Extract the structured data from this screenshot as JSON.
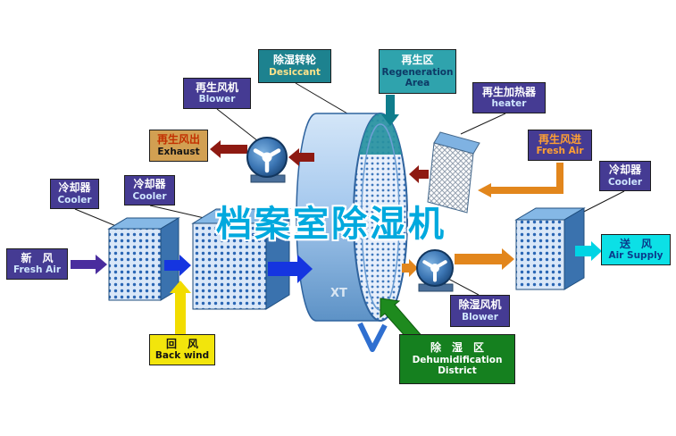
{
  "title": "档案室除湿机",
  "watermark": "XT",
  "labels": {
    "desiccant": {
      "zh": "除湿转轮",
      "en": "Desiccant"
    },
    "regen_area": {
      "zh": "再生区",
      "en": "Regeneration Area"
    },
    "regen_blower": {
      "zh": "再生风机",
      "en": "Blower"
    },
    "regen_heater": {
      "zh": "再生加热器",
      "en": "heater"
    },
    "exhaust": {
      "zh": "再生风出",
      "en": "Exhaust"
    },
    "regen_fresh_air": {
      "zh": "再生风进",
      "en": "Fresh Air"
    },
    "cooler_left": {
      "zh": "冷却器",
      "en": "Cooler"
    },
    "cooler_mid": {
      "zh": "冷却器",
      "en": "Cooler"
    },
    "cooler_right": {
      "zh": "冷却器",
      "en": "Cooler"
    },
    "fresh_air": {
      "zh": "新　风",
      "en": "Fresh Air"
    },
    "back_wind": {
      "zh": "回　风",
      "en": "Back wind"
    },
    "air_supply": {
      "zh": "送　风",
      "en": "Air Supply"
    },
    "dehumid_blower": {
      "zh": "除湿风机",
      "en": "Blower"
    },
    "dehumid_district": {
      "zh": "除　湿　区",
      "en": "Dehumidification District"
    }
  },
  "colors": {
    "title_color": "#00a9de",
    "box_purple": "#453b93",
    "box_teal_dark": "#1d828f",
    "box_teal": "#2fa3ad",
    "box_tan": "#d2a052",
    "box_yellow": "#f2e50c",
    "box_cyan": "#0ce0e6",
    "box_green": "#15801f",
    "arrow_red": "#8e1a12",
    "arrow_orange": "#e2861c",
    "arrow_blue": "#1535e0",
    "arrow_yellow": "#f2dc00",
    "arrow_purple": "#4a2d9e",
    "arrow_cyan": "#00d4e4",
    "arrow_teal": "#0f7d8c",
    "arrow_green": "#1e8a1e"
  }
}
